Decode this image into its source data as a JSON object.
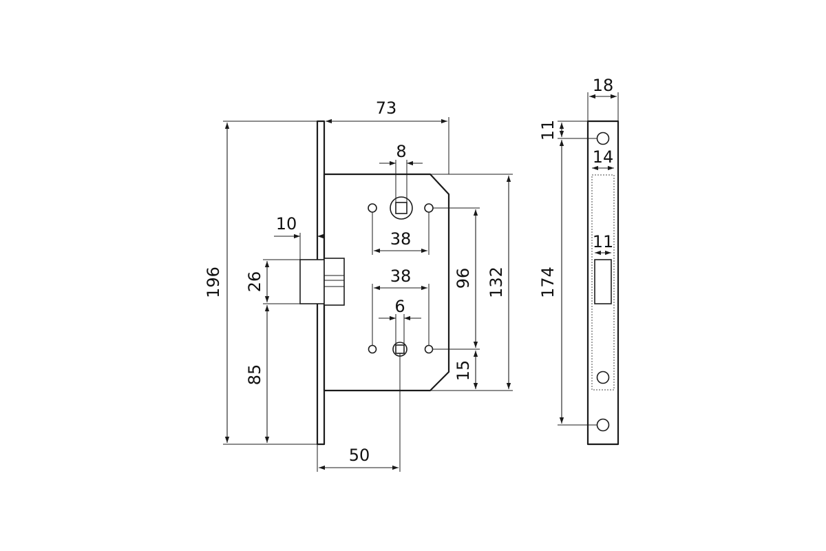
{
  "dimensions": {
    "total_height": "196",
    "body_width": "73",
    "spindle_square": "8",
    "handle_holes_spacing": "38",
    "bolt_projection": "10",
    "bolt_height": "26",
    "bolt_offset_bottom": "85",
    "cylinder_holes_spacing": "38",
    "cylinder_square": "6",
    "backset": "50",
    "center_distance": "96",
    "body_height": "132",
    "bottom_hole_offset": "15",
    "faceplate_width": "18",
    "faceplate_top_hole": "11",
    "strike_width": "14",
    "strike_slot_width": "11",
    "faceplate_hole_spacing": "174"
  }
}
